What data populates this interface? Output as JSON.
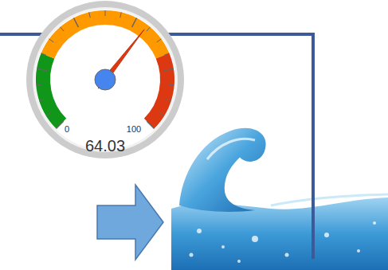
{
  "diagram": {
    "nodes": [
      {
        "text": [
          "0",
          "100",
          "64.03"
        ]
      }
    ]
  }
}
